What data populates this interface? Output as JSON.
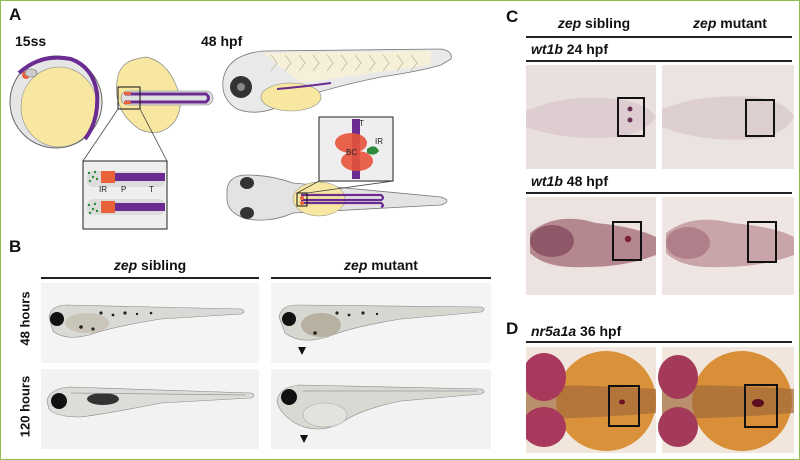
{
  "panel_a": {
    "label": "A",
    "stage_left": "15ss",
    "stage_right": "48 hpf",
    "inset_labels": {
      "ir": "IR",
      "p": "P",
      "t": "T"
    },
    "inset2_labels": {
      "t": "T",
      "ir": "IR",
      "bc": "BC"
    }
  },
  "panel_b": {
    "label": "B",
    "col_sibling_gene": "zep",
    "col_sibling_text": " sibling",
    "col_mutant_gene": "zep",
    "col_mutant_text": " mutant",
    "row1": "48 hours",
    "row2": "120 hours"
  },
  "panel_c": {
    "label": "C",
    "col_sibling_gene": "zep",
    "col_sibling_text": " sibling",
    "col_mutant_gene": "zep",
    "col_mutant_text": " mutant",
    "row1_gene": "wt1b",
    "row1_stage": " 24 hpf",
    "row2_gene": "wt1b",
    "row2_stage": " 48 hpf"
  },
  "panel_d": {
    "label": "D",
    "gene": "nr5a1a",
    "stage": " 36 hpf"
  },
  "colors": {
    "border": "#8cbf4e",
    "yolk": "#f7e7a0",
    "pronephros": "#6a2c91",
    "podocyte": "#e8623a",
    "interrenal": "#2e8b3a"
  }
}
